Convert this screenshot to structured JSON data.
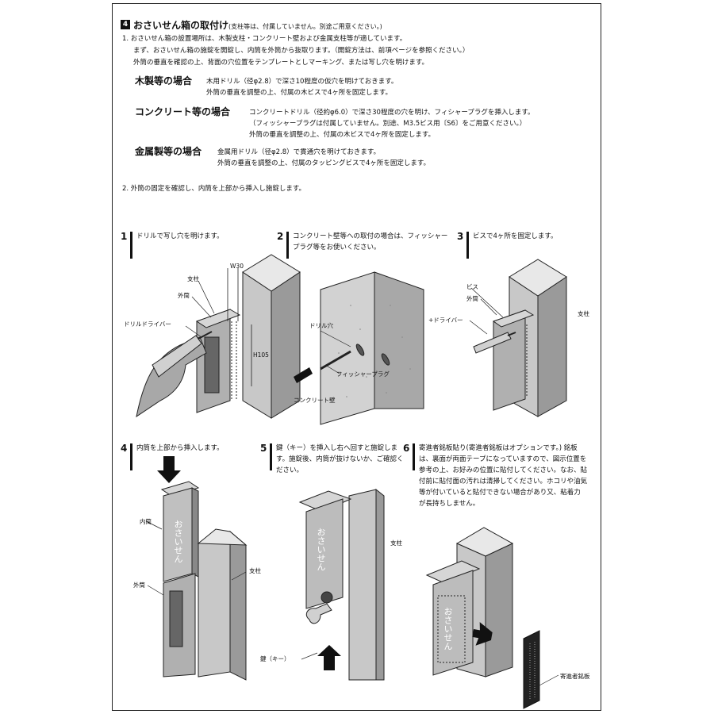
{
  "section": {
    "number": "4",
    "title": "おさいせん箱の取付け",
    "note": "(支柱等は、付属していません。別途ご用意ください。)"
  },
  "intro": {
    "line1": "1. おさいせん箱の設置場所は、木製支柱・コンクリート壁および金属支柱等が適しています。",
    "line2": "まず、おさいせん箱の施錠を開錠し、内筒を外筒から抜取ります。（開錠方法は、前項ページを参照ください。）",
    "line3": "外筒の垂直を確認の上、背面の穴位置をテンプレートとしマーキング、または写し穴を明けます。"
  },
  "wood": {
    "head": "木製等の場合",
    "line1": "木用ドリル（径φ2.8）で深さ10程度の仮穴を明けておきます。",
    "line2": "外筒の垂直を調整の上、付属の木ビスで4ヶ所を固定します。"
  },
  "concrete": {
    "head": "コンクリート等の場合",
    "line1": "コンクリートドリル（径約φ6.0）で深さ30程度の穴を明け、フィシャープラグを挿入します。",
    "line2": "（フィッシャープラグは付属していません。別途、M3.5ビス用〔S6〕をご用意ください。）",
    "line3": "外筒の垂直を調整の上、付属の木ビスで4ヶ所を固定します。"
  },
  "metal": {
    "head": "金属製等の場合",
    "line1": "金属用ドリル（径φ2.8）で貫通穴を明けておきます。",
    "line2": "外筒の垂直を調整の上、付属のタッピングビスで4ヶ所を固定します。"
  },
  "step2_text": "2. 外筒の固定を確認し、内筒を上部から挿入し施錠します。",
  "steps": [
    {
      "no": "1",
      "text": "ドリルで写し穴を明けます。"
    },
    {
      "no": "2",
      "text": "コンクリート壁等への取付の場合は、フィッシャープラグ等をお使いください。"
    },
    {
      "no": "3",
      "text": "ビスで4ヶ所を固定します。"
    },
    {
      "no": "4",
      "text": "内筒を上部から挿入します。"
    },
    {
      "no": "5",
      "text": "鍵（キー）を挿入し右へ回すと施錠します。施錠後、内筒が抜けないか、ご確認ください。"
    },
    {
      "no": "6",
      "text": "寄進者銘板貼り(寄進者銘板はオプションです。) 銘板は、裏面が両面テープになっていますので、図示位置を参考の上、お好みの位置に貼付してください。なお、貼付前に貼付面の汚れは清掃してください。ホコリや油気等が付いていると貼付できない場合があり又、粘着力が長持ちしません。"
    }
  ],
  "labels": {
    "post": "支柱",
    "outer": "外筒",
    "inner": "内筒",
    "drill_driver": "ドリルドライバー",
    "w30": "W30",
    "h105": "H105",
    "drill_hole": "ドリル穴",
    "fischer_plug": "フィッシャープラグ",
    "concrete_wall": "コンクリート壁",
    "screw": "ビス",
    "plus_driver": "+ドライバー",
    "key": "鍵（キー）",
    "donor_plate": "寄進者銘板",
    "box_text": "おさいせん"
  }
}
